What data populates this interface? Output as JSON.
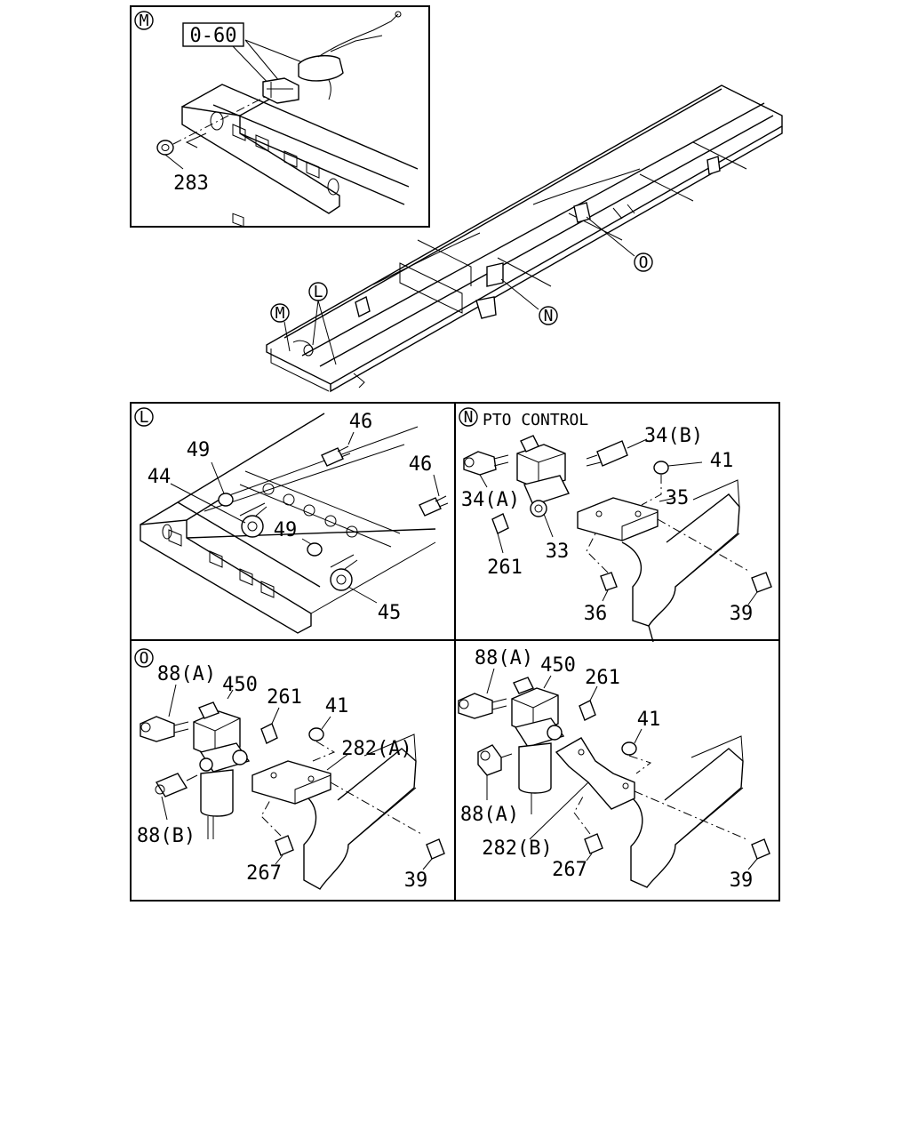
{
  "views": {
    "M": {
      "letter": "M",
      "callouts": {
        "ref": "0-60",
        "nut": "283"
      }
    },
    "main": {
      "markers": {
        "M": "M",
        "L": "L",
        "N": "N",
        "O": "O"
      }
    },
    "L": {
      "letter": "L",
      "callouts": {
        "c46a": "46",
        "c46b": "46",
        "c49a": "49",
        "c49b": "49",
        "c44": "44",
        "c45": "45"
      }
    },
    "N": {
      "letter": "N",
      "title": "PTO CONTROL",
      "callouts": {
        "c34b": "34(B)",
        "c34a": "34(A)",
        "c41": "41",
        "c35": "35",
        "c261": "261",
        "c33": "33",
        "c36": "36",
        "c39": "39"
      }
    },
    "O": {
      "letter": "O",
      "callouts": {
        "c88a": "88(A)",
        "c450": "450",
        "c261": "261",
        "c41": "41",
        "c282a": "282(A)",
        "c88b": "88(B)",
        "c267": "267",
        "c39": "39"
      }
    },
    "P": {
      "callouts": {
        "c88a_top": "88(A)",
        "c450": "450",
        "c261": "261",
        "c41": "41",
        "c88a_bot": "88(A)",
        "c282b": "282(B)",
        "c267": "267",
        "c39": "39"
      }
    }
  }
}
